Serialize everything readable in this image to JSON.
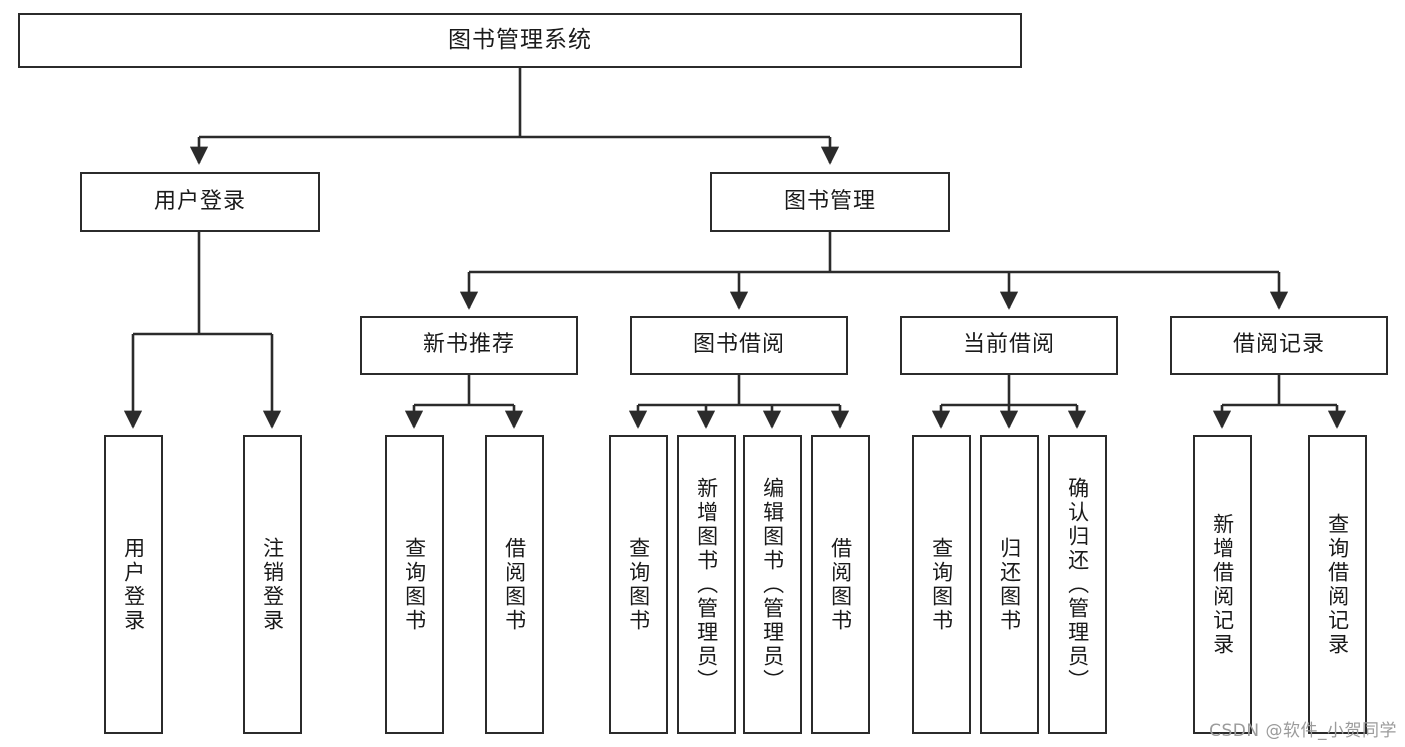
{
  "diagram": {
    "title": "图书管理系统",
    "type": "tree-hierarchy",
    "root": {
      "label": "图书管理系统"
    },
    "level2": [
      {
        "label": "用户登录"
      },
      {
        "label": "图书管理"
      }
    ],
    "level3": [
      {
        "label": "新书推荐"
      },
      {
        "label": "图书借阅"
      },
      {
        "label": "当前借阅"
      },
      {
        "label": "借阅记录"
      }
    ],
    "leaves": {
      "user_login": [
        {
          "label": "用户登录"
        },
        {
          "label": "注销登录"
        }
      ],
      "new_book_recommend": [
        {
          "label": "查询图书"
        },
        {
          "label": "借阅图书"
        }
      ],
      "book_borrow": [
        {
          "label": "查询图书"
        },
        {
          "label": "新增图书（管理员）"
        },
        {
          "label": "编辑图书（管理员）"
        },
        {
          "label": "借阅图书"
        }
      ],
      "current_borrow": [
        {
          "label": "查询图书"
        },
        {
          "label": "归还图书"
        },
        {
          "label": "确认归还（管理员）"
        }
      ],
      "borrow_record": [
        {
          "label": "新增借阅记录"
        },
        {
          "label": "查询借阅记录"
        }
      ]
    }
  },
  "watermark": {
    "text": "CSDN @软件_小贺同学"
  },
  "colors": {
    "border": "#2b2b2b",
    "background": "#ffffff",
    "text": "#1a1a1a",
    "watermark": "#9b9b9b"
  }
}
